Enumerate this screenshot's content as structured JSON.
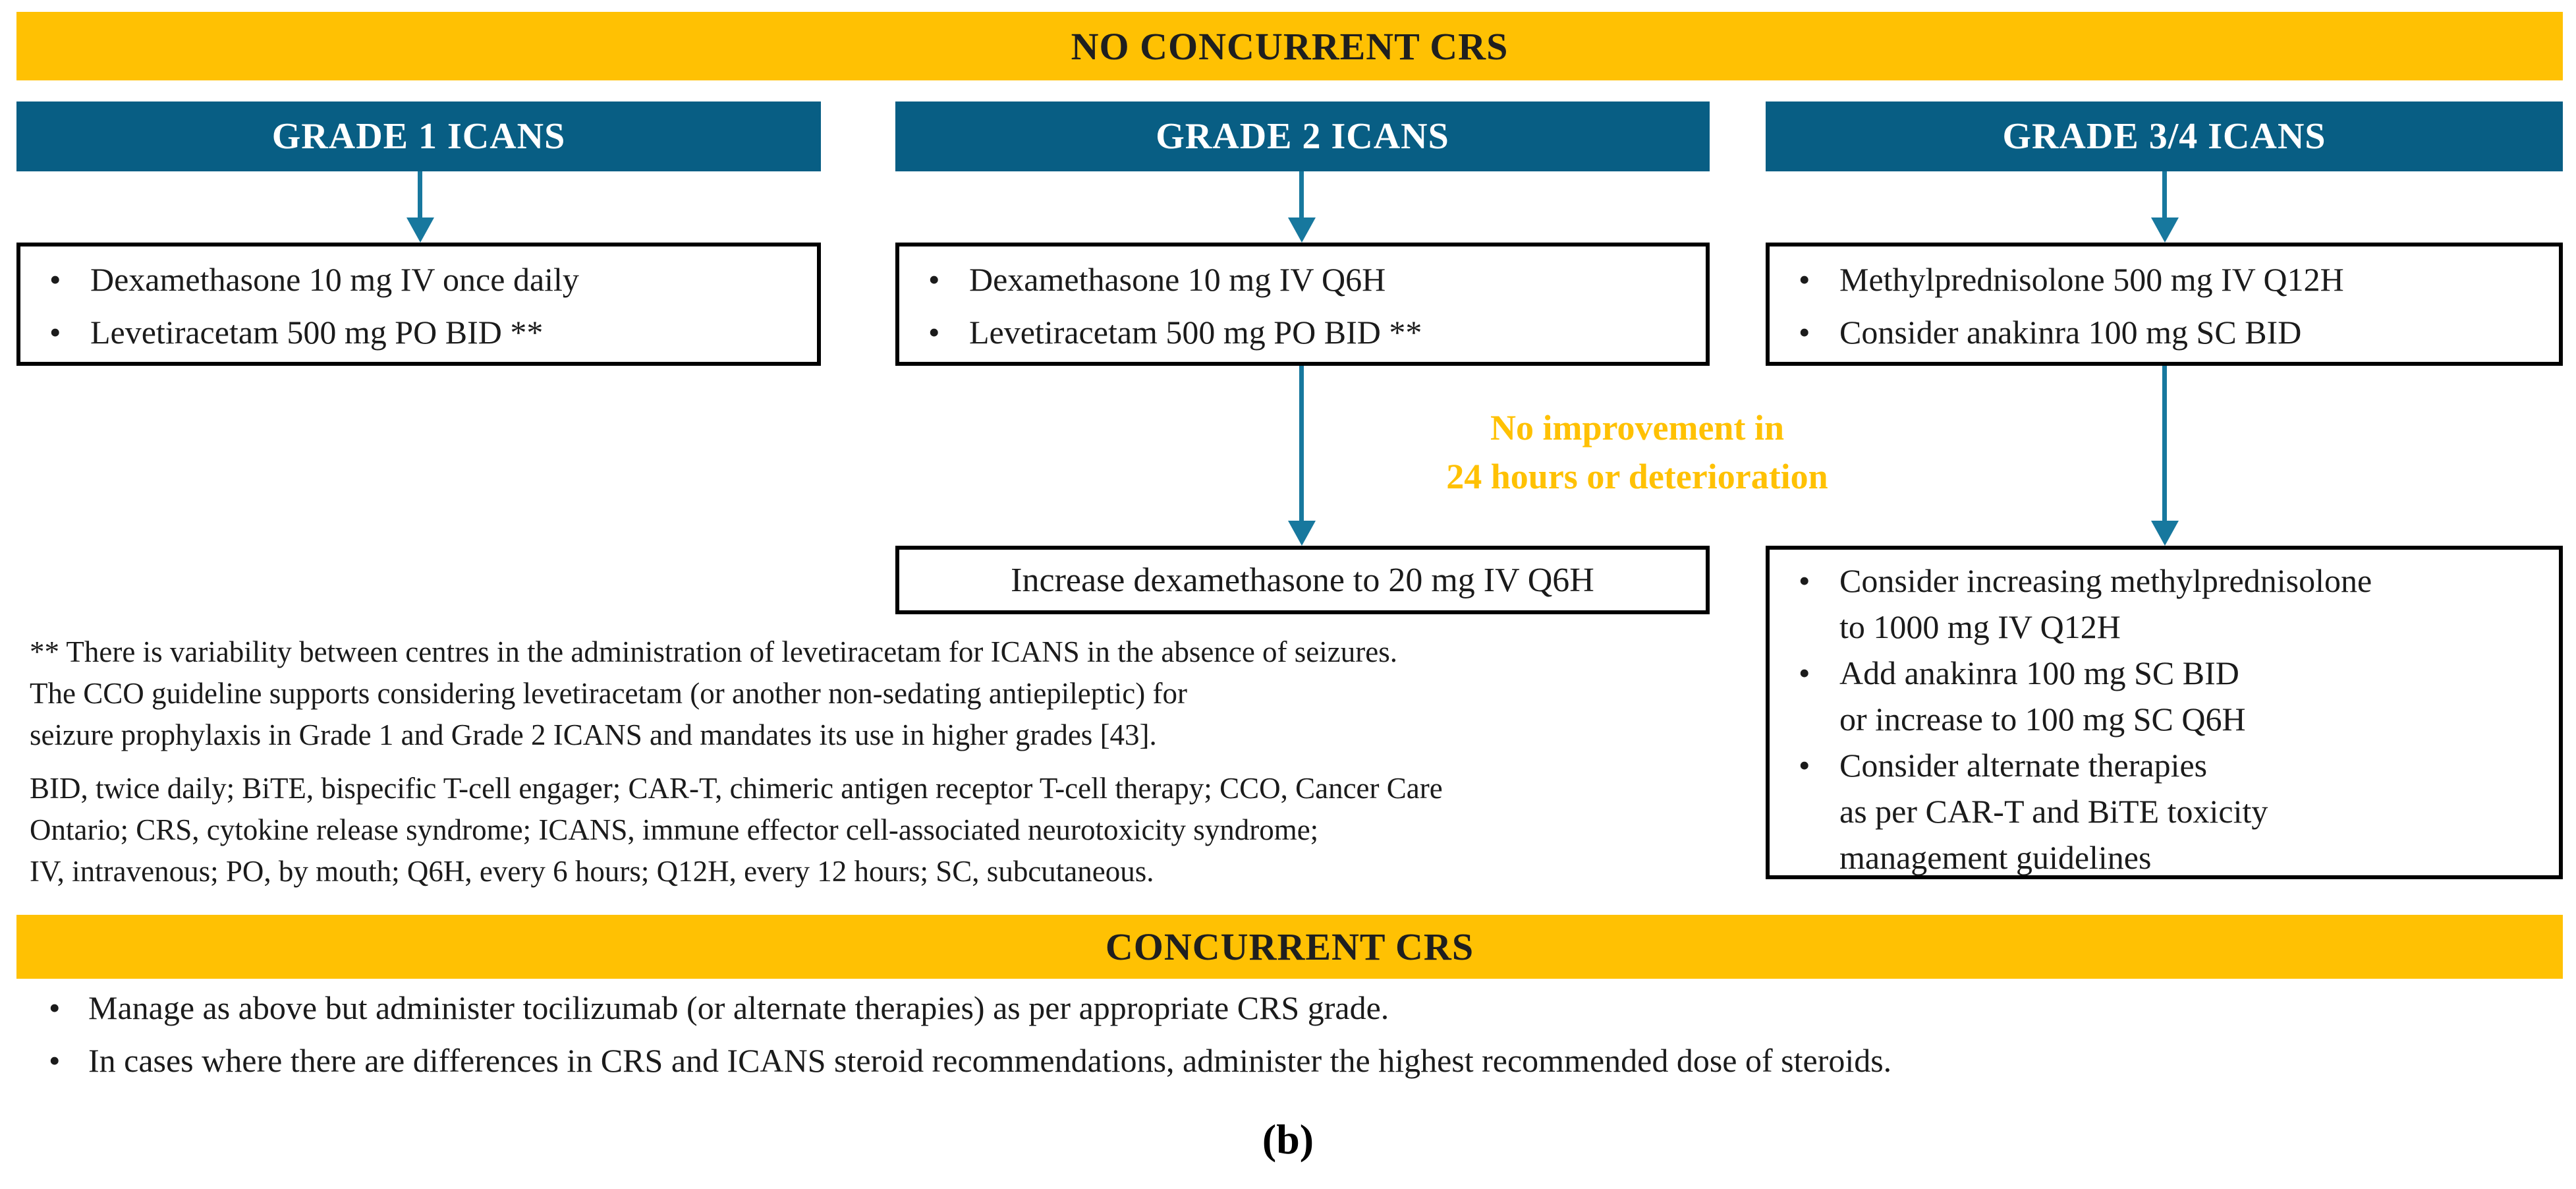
{
  "ui": {
    "bullet": "•"
  },
  "colors": {
    "gold": "#FFC103",
    "teal_header": "#085E84",
    "arrow": "#17789E",
    "text": "#1B1B1B",
    "box_border": "#000000",
    "header_text": "#FFFFFF"
  },
  "banners": {
    "top": "NO CONCURRENT CRS",
    "bottom": "CONCURRENT CRS"
  },
  "columns": [
    {
      "header": "GRADE 1 ICANS",
      "box1": {
        "items": [
          {
            "lines": [
              "Dexamethasone 10 mg IV once daily"
            ]
          },
          {
            "lines": [
              "Levetiracetam 500 mg PO BID **"
            ]
          }
        ]
      }
    },
    {
      "header": "GRADE 2 ICANS",
      "box1": {
        "items": [
          {
            "lines": [
              "Dexamethasone 10 mg IV Q6H"
            ]
          },
          {
            "lines": [
              "Levetiracetam 500 mg PO BID **"
            ]
          }
        ]
      },
      "box2": {
        "text": "Increase dexamethasone to 20 mg IV Q6H"
      }
    },
    {
      "header": "GRADE 3/4 ICANS",
      "box1": {
        "items": [
          {
            "lines": [
              "Methylprednisolone 500 mg IV Q12H"
            ]
          },
          {
            "lines": [
              "Consider anakinra 100 mg SC BID"
            ]
          }
        ]
      },
      "box2": {
        "items": [
          {
            "lines": [
              "Consider increasing methylprednisolone",
              "to 1000 mg IV Q12H"
            ]
          },
          {
            "lines": [
              "Add anakinra 100 mg SC BID",
              "or increase to 100 mg SC Q6H"
            ]
          },
          {
            "lines": [
              "Consider alternate therapies",
              "as per CAR-T and BiTE toxicity",
              "management guidelines"
            ]
          }
        ]
      }
    }
  ],
  "escalation_note": {
    "lines": [
      "No improvement in",
      "24 hours or deterioration"
    ]
  },
  "footnote": {
    "asterisk_lines": [
      "** There is variability between centres in the administration of levetiracetam for ICANS in the absence of seizures.",
      "The CCO guideline supports considering levetiracetam (or another non-sedating antiepileptic) for",
      "seizure prophylaxis in Grade 1 and Grade 2 ICANS and mandates its use in higher grades [43]."
    ],
    "abbreviation_lines": [
      "BID, twice daily; BiTE, bispecific T-cell engager; CAR-T, chimeric antigen receptor T-cell therapy; CCO,  Cancer Care",
      "Ontario; CRS, cytokine release syndrome; ICANS, immune effector cell-associated  neurotoxicity syndrome;",
      "IV, intravenous; PO, by mouth; Q6H, every 6 hours; Q12H, every 12 hours; SC, subcutaneous."
    ]
  },
  "concurrent_section": {
    "bullets": [
      "Manage as above but administer tocilizumab (or alternate therapies) as per appropriate CRS grade.",
      "In cases where there are differences in CRS and ICANS steroid recommendations, administer the highest recommended dose of steroids."
    ]
  },
  "figure_label": "(b)"
}
